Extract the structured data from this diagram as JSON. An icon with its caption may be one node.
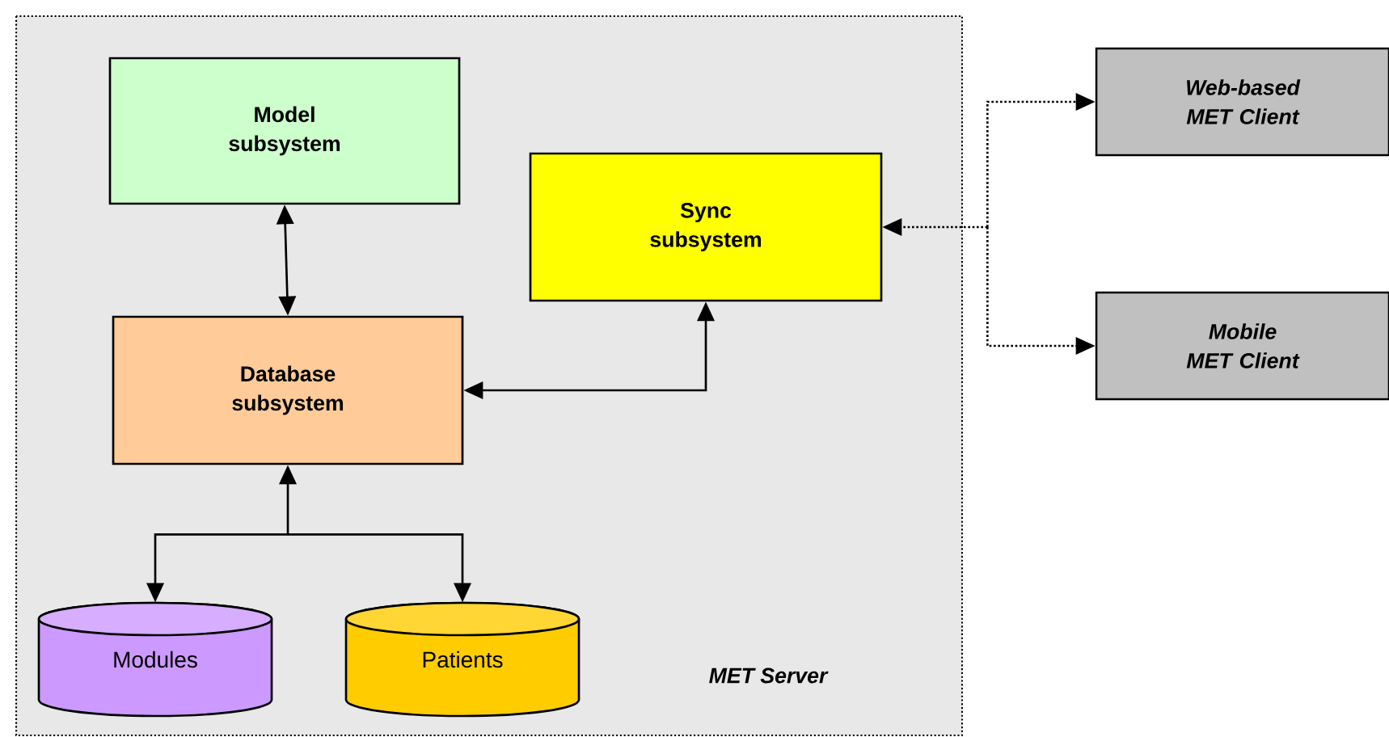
{
  "diagram": {
    "nodes": [
      {
        "text": [
          "MET Server"
        ]
      },
      {
        "text": [
          "Model subsystem"
        ],
        "in": 0
      },
      {
        "text": [
          "Sync subsystem"
        ],
        "in": 0
      },
      {
        "text": [
          "Database subsystem"
        ],
        "in": 0
      },
      {
        "text": [
          "Modules"
        ],
        "in": 0
      },
      {
        "text": [
          "Patients"
        ],
        "in": 0
      },
      {
        "text": [
          "Web-based MET Client"
        ]
      },
      {
        "text": [
          "Mobile MET Client"
        ]
      }
    ],
    "edges": [
      {
        "from": 1,
        "to": 3,
        "arrow": "both"
      },
      {
        "from": 3,
        "to": 2,
        "arrow": "both"
      },
      {
        "from": 3,
        "to": 4,
        "arrow": "both"
      },
      {
        "from": 3,
        "to": 5,
        "arrow": "both"
      },
      {
        "from": 2,
        "to": 6,
        "arrow": "both",
        "style": "dashed"
      },
      {
        "from": 2,
        "to": 7,
        "arrow": "both",
        "style": "dashed"
      }
    ]
  }
}
